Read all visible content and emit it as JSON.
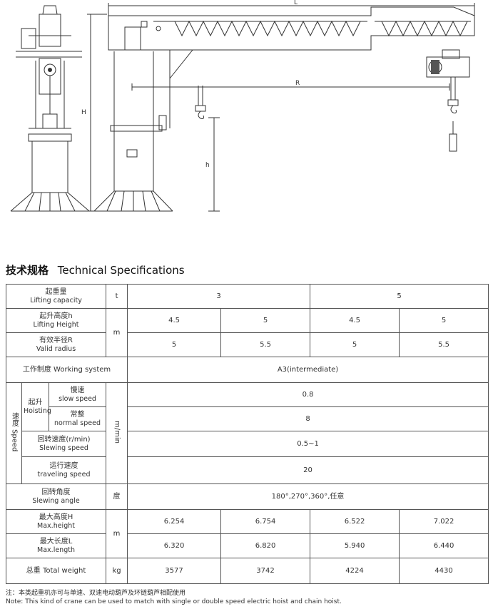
{
  "drawing": {
    "dim_L": "L",
    "dim_H": "H",
    "dim_h": "h",
    "dim_R": "R"
  },
  "title": {
    "zh": "技术规格",
    "en": "Technical Specifications"
  },
  "table": {
    "lifting_capacity": {
      "zh": "起重量",
      "en": "Lifting capacity",
      "unit": "t",
      "values": [
        "3",
        "5"
      ]
    },
    "lifting_height": {
      "zh": "起升高度h",
      "en": "Lifting Height",
      "values": [
        "4.5",
        "5",
        "4.5",
        "5"
      ]
    },
    "valid_radius": {
      "zh": "有效半径R",
      "en": "Valid radius",
      "values": [
        "5",
        "5.5",
        "5",
        "5.5"
      ]
    },
    "unit_m": "m",
    "working_system": {
      "zh": "工作制度",
      "en": "Working system",
      "value": "A3(intermediate)"
    },
    "speed": {
      "zh": "速度",
      "en": "Speed",
      "unit": "m/min",
      "hoisting": {
        "zh": "起升",
        "en": "Hoisting"
      },
      "slow": {
        "zh": "慢速",
        "en": "slow speed",
        "value": "0.8"
      },
      "normal": {
        "zh": "常整",
        "en": "normal speed",
        "value": "8"
      },
      "slewing": {
        "zh": "回转速度(r/min)",
        "en": "Slewing speed",
        "value": "0.5~1"
      },
      "traveling": {
        "zh": "运行速度",
        "en": "traveling speed",
        "value": "20"
      }
    },
    "slewing_angle": {
      "zh": "回转角度",
      "en": "Slewing angle",
      "unit": "度",
      "value": "180°,270°,360°,任意"
    },
    "max_height": {
      "zh": "最大高度H",
      "en": "Max.height",
      "values": [
        "6.254",
        "6.754",
        "6.522",
        "7.022"
      ]
    },
    "max_length": {
      "zh": "最大长度L",
      "en": "Max.length",
      "values": [
        "6.320",
        "6.820",
        "5.940",
        "6.440"
      ]
    },
    "total_weight": {
      "zh": "总重",
      "en": "Total weight",
      "unit": "kg",
      "values": [
        "3577",
        "3742",
        "4224",
        "4430"
      ]
    }
  },
  "note": {
    "zh": "注：本类起重机亦可与单速、双速电动葫芦及环链葫芦相配使用",
    "en": "Note: This kind of crane can be used to match with single or double speed electric hoist and chain hoist."
  }
}
